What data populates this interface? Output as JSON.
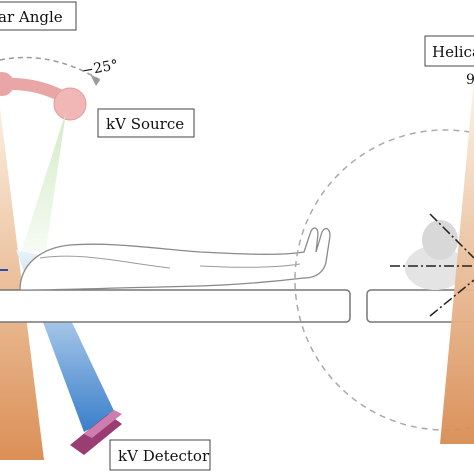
{
  "labels": {
    "couch_angle": "ar Angle",
    "angle_value": "−25°",
    "kv_source": "kV Source",
    "kv_detector": "kV Detector",
    "helical": "Helica",
    "helical_fragment": "9"
  },
  "colors": {
    "beam_orange": "#d98a4e",
    "beam_blue": "#2f78c7",
    "beam_green": "#8fca7d",
    "source_pink": "#e8a6a6",
    "detector_purple": "#9a3d72",
    "couch_stroke": "#777777",
    "orbit_dash": "#aaaaaa"
  }
}
